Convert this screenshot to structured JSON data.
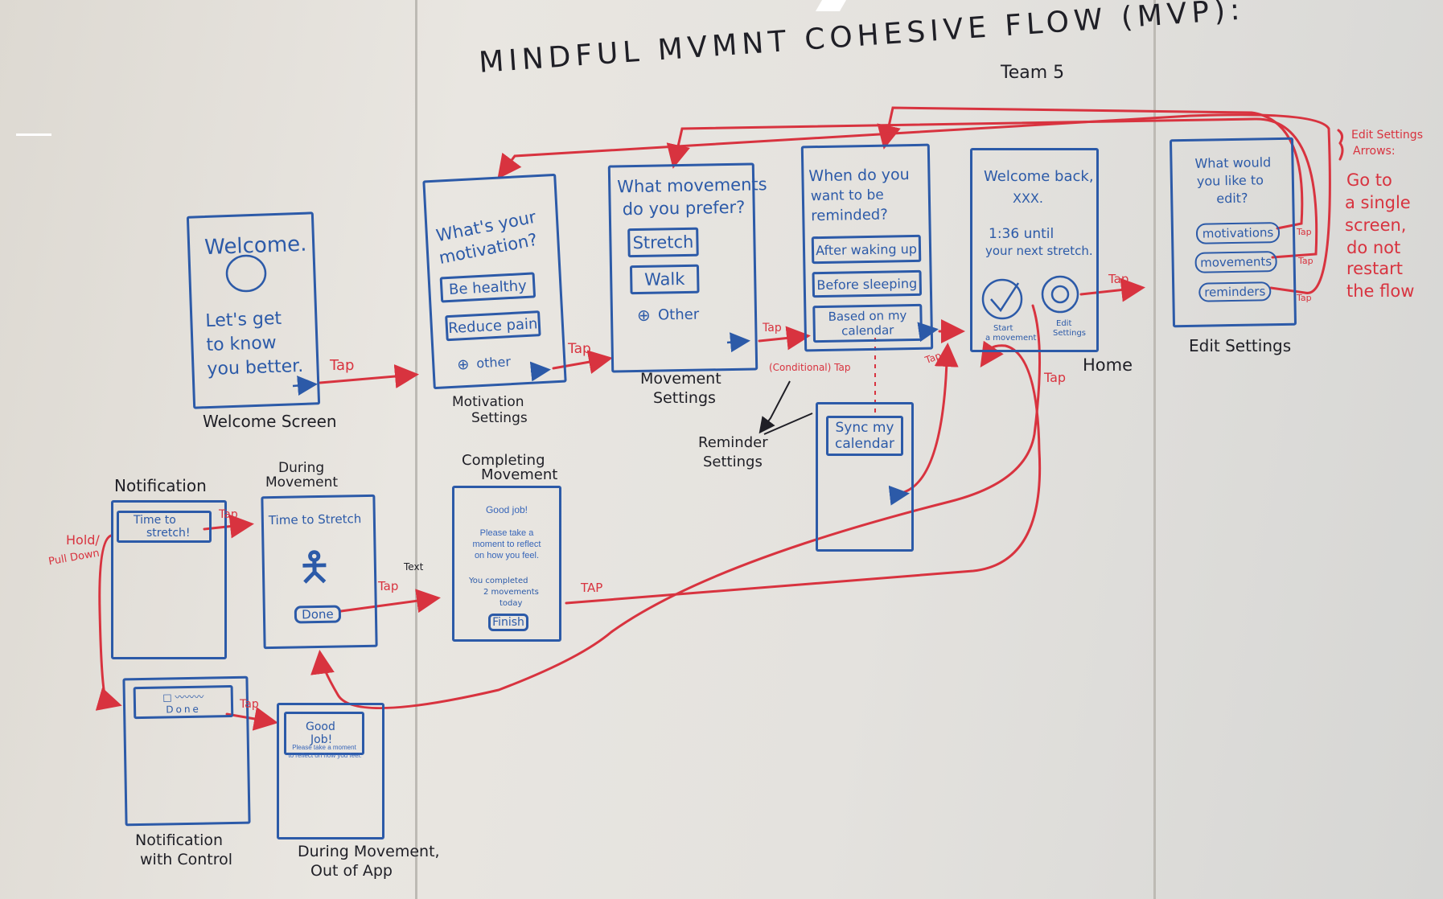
{
  "title": "MINDFUL MVMNT COHESIVE FLOW (MVP):",
  "team": "Team 5",
  "colors": {
    "marker_blue": "#2c5aa8",
    "marker_red": "#d8333f",
    "marker_black": "#1f1f26"
  },
  "welcome": {
    "heading": "Welcome.",
    "body_1": "Let's get",
    "body_2": "to know",
    "body_3": "you better.",
    "label": "Welcome Screen"
  },
  "motivation": {
    "question_1": "What's your",
    "question_2": "motivation?",
    "opt_1": "Be healthy",
    "opt_2": "Reduce pain",
    "opt_3": "other",
    "label_1": "Motivation",
    "label_2": "Settings"
  },
  "movement": {
    "question_1": "What movements",
    "question_2": "do you prefer?",
    "opt_1": "Stretch",
    "opt_2": "Walk",
    "opt_3": "Other",
    "label_1": "Movement",
    "label_2": "Settings"
  },
  "reminder": {
    "question_1": "When do you",
    "question_2": "want to be",
    "question_3": "reminded?",
    "opt_1": "After waking up",
    "opt_2": "Before sleeping",
    "opt_3_1": "Based on my",
    "opt_3_2": "calendar",
    "sync_1": "Sync my",
    "sync_2": "calendar",
    "label_1": "Reminder",
    "label_2": "Settings",
    "conditional": "(Conditional) Tap"
  },
  "home": {
    "greet_1": "Welcome back,",
    "greet_2": "XXX.",
    "timer_1": "1:36 until",
    "timer_2": "your next stretch.",
    "start_1": "Start",
    "start_2": "a movement",
    "edit_1": "Edit",
    "edit_2": "Settings",
    "label": "Home"
  },
  "edit": {
    "question_1": "What would",
    "question_2": "you like to",
    "question_3": "edit?",
    "opt_1": "motivations",
    "opt_2": "movements",
    "opt_3": "reminders",
    "label": "Edit Settings"
  },
  "edit_note": {
    "title_1": "Edit Settings",
    "title_2": "Arrows:",
    "line_1": "Go to",
    "line_2": "a single",
    "line_3": "screen,",
    "line_4": "do not",
    "line_5": "restart",
    "line_6": "the flow"
  },
  "notification": {
    "label": "Notification",
    "text_1": "Time to",
    "text_2": "stretch!",
    "hold_1": "Hold/",
    "hold_2": "Pull Down"
  },
  "during": {
    "label_1": "During",
    "label_2": "Movement",
    "text": "Time to Stretch",
    "done": "Done",
    "text_note": "Text"
  },
  "completing": {
    "label_1": "Completing",
    "label_2": "Movement",
    "good_job": "Good job!",
    "reflect_1": "Please take a",
    "reflect_2": "moment to reflect",
    "reflect_3": "on how you feel.",
    "completed_1": "You completed",
    "completed_2": "2 movements",
    "completed_3": "today",
    "finish": "Finish"
  },
  "notif_control": {
    "label_1": "Notification",
    "label_2": "with Control",
    "done": "Done"
  },
  "out_of_app": {
    "label_1": "During Movement,",
    "label_2": "Out of App",
    "good_1": "Good",
    "good_2": "Job!",
    "reflect_1": "Please take a moment",
    "reflect_2": "to reflect on how you feel."
  },
  "tap": "Tap",
  "tap_caps": "TAP"
}
